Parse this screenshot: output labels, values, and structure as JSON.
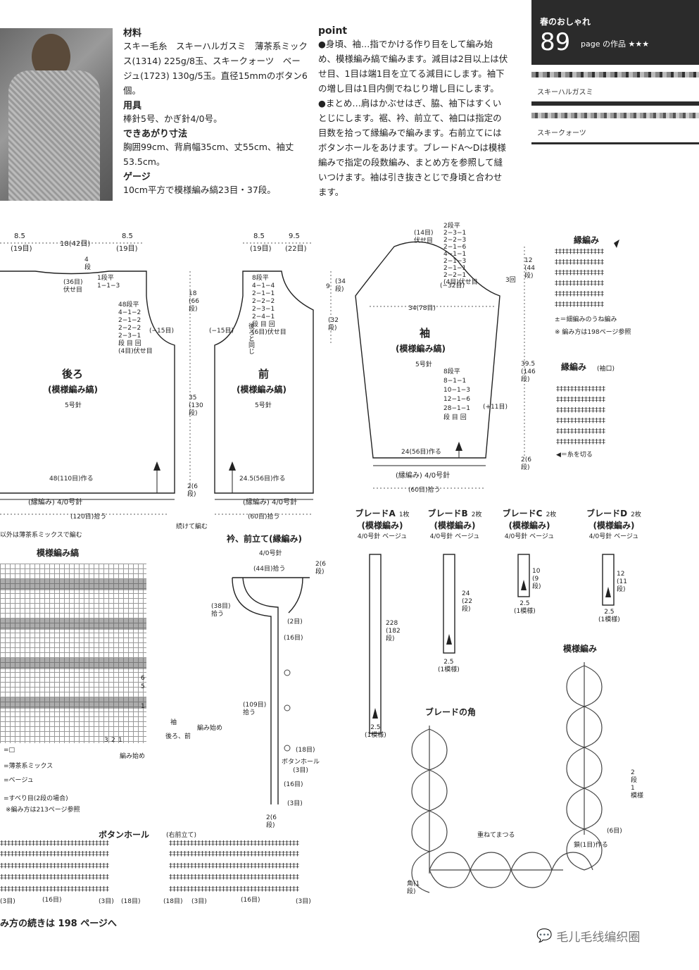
{
  "header": {
    "series": "春のおしゃれ",
    "page_num": "89",
    "page_suffix": "page の作品 ★★★",
    "yarn1": "スキーハルガスミ",
    "yarn2": "スキークォーツ"
  },
  "materials": {
    "title": "材料",
    "text": "スキー毛糸　スキーハルガスミ　薄茶系ミックス(1314) 225g/8玉、スキークォーツ　ベージュ(1723) 130g/5玉。直径15mmのボタン6個。",
    "tools_title": "用具",
    "tools": "棒針5号、かぎ針4/0号。",
    "size_title": "できあがり寸法",
    "size": "胸囲99cm、背肩幅35cm、丈55cm、袖丈53.5cm。",
    "gauge_title": "ゲージ",
    "gauge": "10cm平方で模様編み縞23目・37段。"
  },
  "point": {
    "title": "point",
    "p1": "●身頃、袖…指でかける作り目をして編み始め、模様編み縞で編みます。減目は2目以上は伏せ目、1目は端1目を立てる減目にします。袖下の増し目は1目内側でねじり増し目にします。",
    "p2": "●まとめ…肩はかぶせはぎ、脇、袖下はすくいとじにします。裾、衿、前立て、袖口は指定の目数を拾って縁編みで編みます。右前立てにはボタンホールをあけます。ブレードA～Dは模様編みで指定の段数編み、まとめ方を参照して縫いつけます。袖は引き抜きとじで身頃と合わせます。"
  },
  "back": {
    "name": "後ろ",
    "pattern": "(模様編み縞)",
    "needle": "5号針",
    "top_l": "8.5",
    "top_l2": "(19目)",
    "top_c": "18(42目)",
    "top_r": "8.5",
    "top_r2": "(19目)",
    "neck": "(36目)\n伏せ目",
    "neck2": "1段平\n1−1−3",
    "neck_rows": "4\n段",
    "dec": "48段平\n4−1−2\n2−1−2\n2−2−2\n2−3−1\n段 目 回\n(4目)伏せ目",
    "dec2": "(−15目)",
    "cast": "48(110目)作る",
    "edge": "(縁編み) 4/0号針",
    "edge2": "(120目)拾う",
    "armh": "18\n(66\n段)",
    "side": "35\n(130\n段)",
    "hem": "2(6\n段)"
  },
  "front": {
    "name": "前",
    "pattern": "(模様編み縞)",
    "needle": "5号針",
    "top_l": "8.5",
    "top_l2": "(19目)",
    "top_r": "9.5",
    "top_r2": "(22目)",
    "neck": "8段平\n4−1−4\n2−1−1\n2−2−2\n2−3−1\n2−4−1\n段 目 回\n(6目)伏せ目",
    "same": "後ろと同じ",
    "dec": "(−15目)",
    "cast": "24.5(56目)作る",
    "edge": "(縁編み) 4/0号針",
    "edge2": "(60目)拾う",
    "depth": "9",
    "depth2": "(34\n段)",
    "depth3": "(32\n段)",
    "cont": "続けて編む"
  },
  "sleeve": {
    "name": "袖",
    "pattern": "(模様編み縞)",
    "needle": "5号針",
    "cap_top": "(14目)\n伏せ目",
    "cap": "2段平\n2−3−1\n2−2−3\n2−1−6\n4−1−1\n2−1−3\n2−1−1\n2−2−1\n(4目)伏せ目",
    "cap_rows": "3回",
    "cap_dec": "(−32目)",
    "width": "34(78目)",
    "cap_h": "12\n(44\n段)",
    "inc": "8段平\n8−1−1\n10−1−3\n12−1−6\n28−1−1\n段 目 回",
    "inc2": "(+11目)",
    "len": "39.5\n(146\n段)",
    "cast": "24(56目)作る",
    "edge": "(縁編み) 4/0号針",
    "edge2": "(60目)拾う",
    "hem": "2(6\n段)"
  },
  "edge_chart": {
    "title": "縁編み",
    "legend": "±＝細編みのうね編み",
    "ref": "※ 編み方は198ページ参照",
    "title2": "縁編み",
    "title2b": "(袖口)",
    "cut": "◀＝糸を切る"
  },
  "braids": [
    {
      "name": "ブレードA",
      "count": "1枚",
      "pat": "(模様編み)",
      "hook": "4/0号針 ベージュ",
      "len": "228\n(182\n段)",
      "base": "2.5\n(1模様)"
    },
    {
      "name": "ブレードB",
      "count": "2枚",
      "pat": "(模様編み)",
      "hook": "4/0号針 ベージュ",
      "len": "24\n(22\n段)",
      "base": "2.5\n(1模様)"
    },
    {
      "name": "ブレードC",
      "count": "2枚",
      "pat": "(模様編み)",
      "hook": "4/0号針 ベージュ",
      "len": "10\n(9\n段)",
      "base": "2.5\n(1模様)"
    },
    {
      "name": "ブレードD",
      "count": "2枚",
      "pat": "(模様編み)",
      "hook": "4/0号針 ベージュ",
      "len": "12\n(11\n段)",
      "base": "2.5\n(1模様)"
    }
  ],
  "collar": {
    "title": "衿、前立て(縁編み)",
    "needle": "4/0号針",
    "pick1": "(44目)拾う",
    "pick2": "(38目)\n拾う",
    "pick3": "(109目)\n拾う",
    "r1": "(2目)",
    "r2": "(16目)",
    "r3": "(18目)",
    "bh": "ボタンホール\n(3目)",
    "r4": "(16目)",
    "r5": "(3目)",
    "rows": "2(6\n段)",
    "rows2": "2(6\n段)"
  },
  "pattern_chart": {
    "title": "模様編み縞",
    "note_left": "以外は薄茶系ミックスで編む",
    "sode": "袖",
    "body": "後ろ、前",
    "start": "編み始め",
    "start2": "編み始め",
    "leg1": "=□",
    "leg2": "=薄茶系ミックス",
    "leg3": "=ベージュ",
    "leg4": "=すべり目(2段の場合)",
    "leg5": "※編み方は213ページ参照",
    "row_nums": [
      "6",
      "5",
      "1"
    ],
    "col_nums": [
      "3",
      "2",
      "1"
    ]
  },
  "buttonhole": {
    "title": "ボタンホール",
    "sub": "(右前立て)",
    "counts": [
      "(3目)",
      "(16目)",
      "(3目)",
      "(18目)",
      "(18目)",
      "(3目)",
      "(16目)",
      "(3目)"
    ]
  },
  "motif": {
    "title": "模様編み",
    "rows": "2\n段\n1\n模様",
    "six": "(6目)",
    "chain": "鎖(1目)作る"
  },
  "corner": {
    "title": "ブレードの角",
    "overlap": "重ねてまつる",
    "corner": "角(1\n段)"
  },
  "footer": {
    "cont": "み方の続きは 198 ページへ",
    "watermark": "毛儿毛线编织圈"
  }
}
